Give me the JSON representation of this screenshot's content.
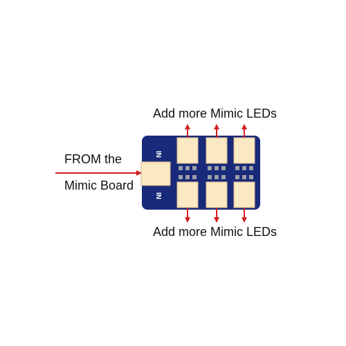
{
  "labels": {
    "top": "Add more Mimic LEDs",
    "bottom": "Add more Mimic LEDs",
    "from_line1": "FROM the",
    "from_line2": "Mimic Board"
  },
  "board": {
    "silkscreen_top": "IN",
    "silkscreen_bottom": "IN"
  },
  "colors": {
    "board": "#1a2a7a",
    "pad": "#fbe9c3",
    "pad_border": "#d8b98a",
    "connector": "#fbe9c3",
    "chip": "#9aa0a8",
    "arrow": "#d21e1e"
  },
  "icons": [
    "arrow-right-icon",
    "arrow-up-icon",
    "arrow-down-icon"
  ]
}
